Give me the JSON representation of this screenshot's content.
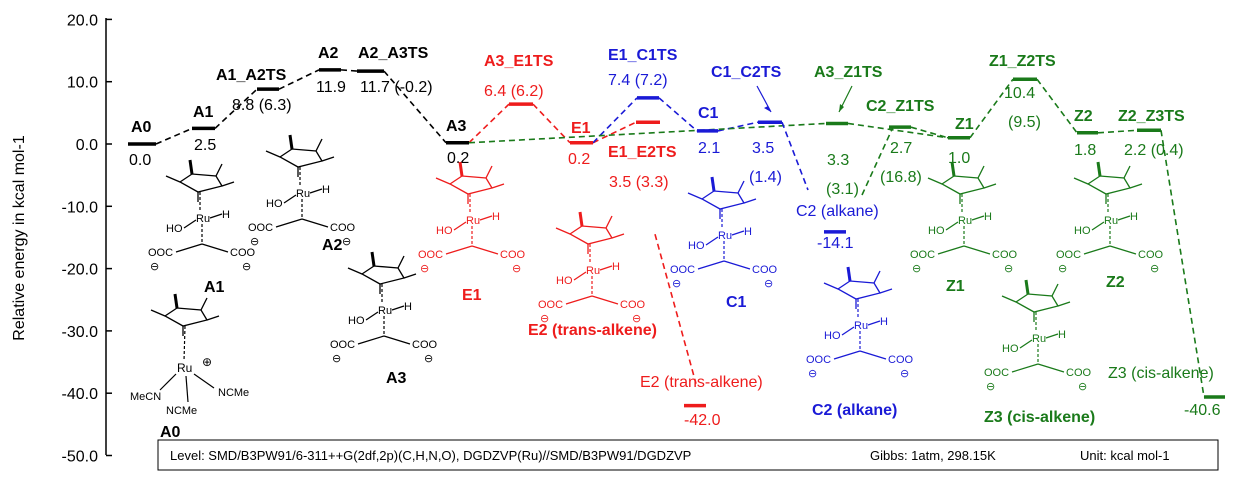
{
  "axis": {
    "ylabel": "Relative energy in kcal mol-1",
    "ylim": [
      -50,
      20
    ],
    "ticks": [
      "20.0",
      "10.0",
      "0.0",
      "-10.0",
      "-20.0",
      "-30.0",
      "-40.0",
      "-50.0"
    ]
  },
  "colors": {
    "black": "#000000",
    "red": "#ee1c1c",
    "blue": "#1a1ad6",
    "green": "#1a7a1a"
  },
  "states": [
    {
      "id": "A0",
      "label": "A0",
      "value": "0.0",
      "energy": 0.0,
      "color": "black"
    },
    {
      "id": "A1",
      "label": "A1",
      "value": "2.5",
      "energy": 2.5,
      "color": "black"
    },
    {
      "id": "A1_A2TS",
      "label": "A1_A2TS",
      "value": "8.8 (6.3)",
      "energy": 8.8,
      "color": "black"
    },
    {
      "id": "A2",
      "label": "A2",
      "value": "11.9",
      "energy": 11.9,
      "color": "black"
    },
    {
      "id": "A2_A3TS",
      "label": "A2_A3TS",
      "value": "11.7 (-0.2)",
      "energy": 11.7,
      "color": "black"
    },
    {
      "id": "A3",
      "label": "A3",
      "value": "0.2",
      "energy": 0.2,
      "color": "black"
    },
    {
      "id": "A3_E1TS",
      "label": "A3_E1TS",
      "value": "6.4 (6.2)",
      "energy": 6.4,
      "color": "red"
    },
    {
      "id": "E1",
      "label": "E1",
      "value": "0.2",
      "energy": 0.2,
      "color": "red"
    },
    {
      "id": "E1_E2TS",
      "label": "E1_E2TS",
      "value": "3.5 (3.3)",
      "energy": 3.5,
      "color": "red"
    },
    {
      "id": "E2",
      "label": "E2 (trans-alkene)",
      "value": "-42.0",
      "energy": -42.0,
      "color": "red"
    },
    {
      "id": "E1_C1TS",
      "label": "E1_C1TS",
      "value": "7.4 (7.2)",
      "energy": 7.4,
      "color": "blue"
    },
    {
      "id": "C1",
      "label": "C1",
      "value": "2.1",
      "energy": 2.1,
      "color": "blue"
    },
    {
      "id": "C1_C2TS",
      "label": "C1_C2TS",
      "value": "3.5 (1.4)",
      "energy": 3.5,
      "color": "blue"
    },
    {
      "id": "C2",
      "label": "C2 (alkane)",
      "value": "-14.1",
      "energy": -14.1,
      "color": "blue"
    },
    {
      "id": "A3_Z1TS",
      "label": "A3_Z1TS",
      "value": "3.3 (3.1)",
      "energy": 3.3,
      "color": "green"
    },
    {
      "id": "C2_Z1TS",
      "label": "C2_Z1TS",
      "value": "2.7 (16.8)",
      "energy": 2.7,
      "color": "green"
    },
    {
      "id": "Z1",
      "label": "Z1",
      "value": "1.0",
      "energy": 1.0,
      "color": "green"
    },
    {
      "id": "Z1_Z2TS",
      "label": "Z1_Z2TS",
      "value": "10.4 (9.5)",
      "energy": 10.4,
      "color": "green"
    },
    {
      "id": "Z2",
      "label": "Z2",
      "value": "1.8",
      "energy": 1.8,
      "color": "green"
    },
    {
      "id": "Z2_Z3TS",
      "label": "Z2_Z3TS",
      "value": "2.2 (0.4)",
      "energy": 2.2,
      "color": "green"
    },
    {
      "id": "Z3",
      "label": "Z3 (cis-alkene)",
      "value": "-40.6",
      "energy": -40.6,
      "color": "green"
    }
  ],
  "molecules": {
    "A0": "A0",
    "A1": "A1",
    "A2": "A2",
    "A3": "A3",
    "E1": "E1",
    "E2": "E2 (trans-alkene)",
    "C1": "C1",
    "C2": "C2 (alkane)",
    "Z1": "Z1",
    "Z2": "Z2",
    "Z3": "Z3 (cis-alkene)"
  },
  "atoms": {
    "ru": "Ru",
    "h": "H",
    "ho": "HO",
    "coo": "COO",
    "ooc": "OOC",
    "mecn": "MeCN",
    "ncme": "NCMe",
    "plus": "⊕",
    "minus": "⊖"
  },
  "footer": {
    "level": "Level: SMD/B3PW91/6-311++G(2df,2p)(C,H,N,O), DGDZVP(Ru)//SMD/B3PW91/DGDZVP",
    "gibbs": "Gibbs: 1atm, 298.15K",
    "unit": "Unit: kcal mol-1"
  }
}
